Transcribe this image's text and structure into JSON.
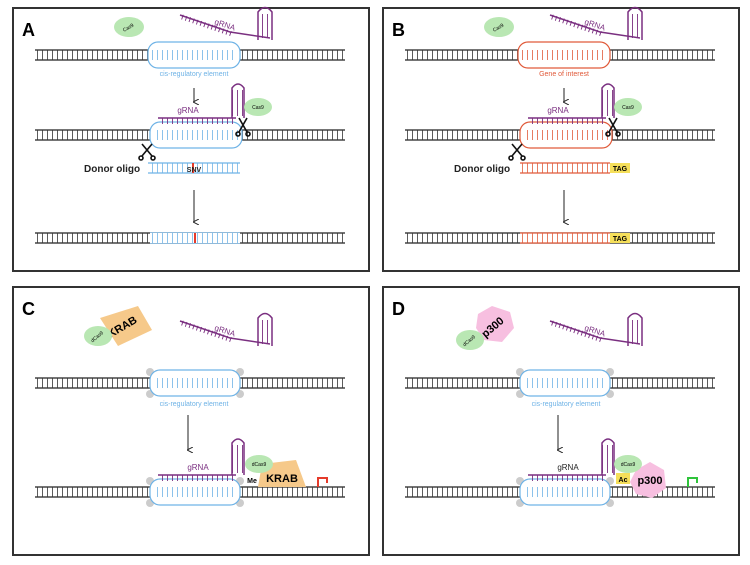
{
  "panels": {
    "A": {
      "letter": "A",
      "cas_label": "Cas9",
      "grna_label": "gRNA",
      "element_label": "cis-regulatory element",
      "donor_label": "Donor oligo",
      "snv_label": "SNV"
    },
    "B": {
      "letter": "B",
      "cas_label": "Cas9",
      "grna_label": "gRNA",
      "element_label": "Gene of interest",
      "donor_label": "Donor oligo",
      "tag_label": "TAG"
    },
    "C": {
      "letter": "C",
      "dcas_label": "dCas9",
      "effector_label": "KRAB",
      "grna_label": "gRNA",
      "element_label": "cis-regulatory element",
      "mark_label": "Me"
    },
    "D": {
      "letter": "D",
      "dcas_label": "dCas9",
      "effector_label": "p300",
      "grna_label": "gRNA",
      "element_label": "cis-regulatory element",
      "mark_label": "Ac"
    }
  },
  "colors": {
    "frame": "#333333",
    "frame_bg": "#eeeeee",
    "dna": "#222222",
    "element_blue": "#6fb3e6",
    "element_red": "#e05a3a",
    "grna": "#7a2f80",
    "cas": "#b9e7b3",
    "krab": "#f6c98a",
    "p300": "#f7bfe0",
    "snv": "#e53b2b",
    "tag": "#f5df5a",
    "repress_arrow": "#e53b2b",
    "activate_arrow": "#2fc43b"
  }
}
